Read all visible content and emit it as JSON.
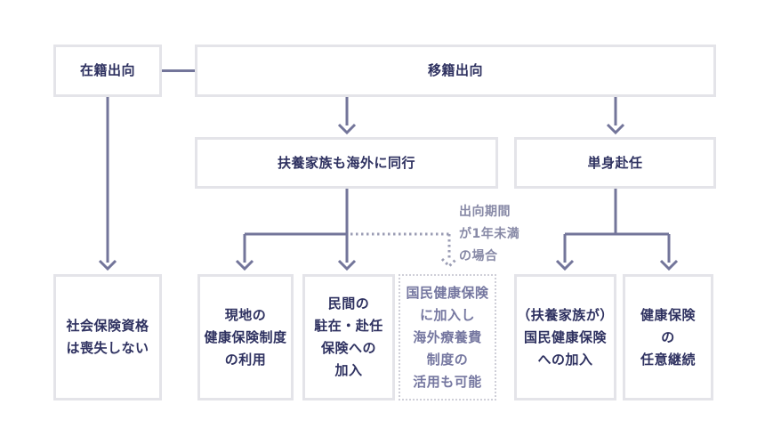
{
  "diagram": {
    "nodes": {
      "zaiseki": {
        "label": "在籍出向"
      },
      "iseki": {
        "label": "移籍出向"
      },
      "fuyou_doukou": {
        "label": "扶養家族も海外に同行"
      },
      "tanshin": {
        "label": "単身赴任"
      },
      "shakai_hoken": {
        "label": "社会保険資格\nは喪失しない"
      },
      "genchi": {
        "label": "現地の\n健康保険制度\nの利用"
      },
      "minkan": {
        "label": "民間の\n駐在・赴任\n保険への\n加入"
      },
      "kokumin_kaigai": {
        "label": "国民健康保険\nに加入し\n海外療養費\n制度の\n活用も可能"
      },
      "fuyou_kokumin": {
        "label": "（扶養家族が）\n国民健康保険\nへの加入"
      },
      "kenpo_keizoku": {
        "label": "健康保険\nの\n任意継続"
      }
    },
    "annotation": {
      "text": "出向期間\nが1年未満\nの場合"
    },
    "colors": {
      "node_text": "#2e3160",
      "dotted_node_text": "#7577a0",
      "annotation_text": "#8789a6",
      "connector": "#73759a",
      "dotted_connector": "#9b9db4",
      "node_border": "#e4e4e9",
      "dotted_node_border": "#cfcfd8",
      "background": "#ffffff"
    }
  }
}
